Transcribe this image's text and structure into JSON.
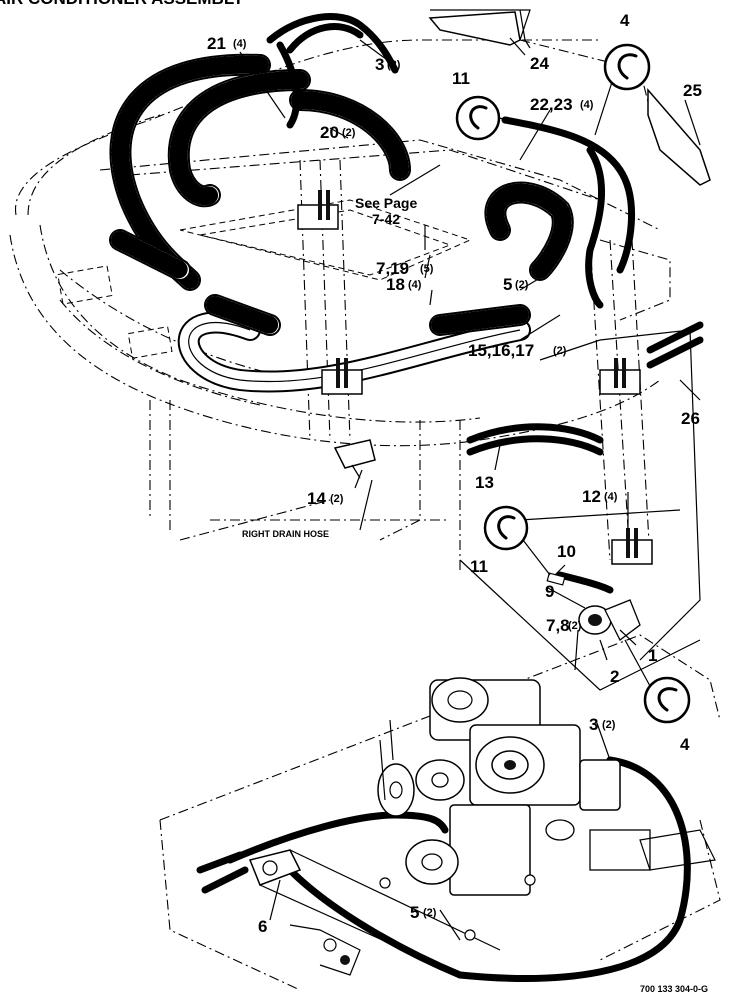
{
  "title": "AIR CONDITIONER ASSEMBLY",
  "drawing_number": "700 133 304-0-G",
  "note": {
    "see_page_line1": "See Page",
    "see_page_line2": "7-42",
    "right_drain_hose": "RIGHT DRAIN HOSE"
  },
  "callouts": [
    {
      "id": "c21",
      "label": "21",
      "qty": "(4)"
    },
    {
      "id": "c3a",
      "label": "3",
      "qty": "(2)"
    },
    {
      "id": "c24",
      "label": "24",
      "qty": ""
    },
    {
      "id": "c4a",
      "label": "4",
      "qty": ""
    },
    {
      "id": "c11a",
      "label": "11",
      "qty": ""
    },
    {
      "id": "c25",
      "label": "25",
      "qty": ""
    },
    {
      "id": "c2223",
      "label": "22,23",
      "qty": "(4)"
    },
    {
      "id": "c20",
      "label": "20",
      "qty": "(2)"
    },
    {
      "id": "c719",
      "label": "7,19",
      "qty": "(5)"
    },
    {
      "id": "c18",
      "label": "18",
      "qty": "(4)"
    },
    {
      "id": "c5a",
      "label": "5",
      "qty": "(2)"
    },
    {
      "id": "c151617",
      "label": "15,16,17",
      "qty": "(2)"
    },
    {
      "id": "c26",
      "label": "26",
      "qty": ""
    },
    {
      "id": "c13",
      "label": "13",
      "qty": ""
    },
    {
      "id": "c14",
      "label": "14",
      "qty": "(2)"
    },
    {
      "id": "c12",
      "label": "12",
      "qty": "(4)"
    },
    {
      "id": "c11b",
      "label": "11",
      "qty": ""
    },
    {
      "id": "c10",
      "label": "10",
      "qty": ""
    },
    {
      "id": "c9",
      "label": "9",
      "qty": ""
    },
    {
      "id": "c78",
      "label": "7,8",
      "qty": "(2)"
    },
    {
      "id": "c1",
      "label": "1",
      "qty": ""
    },
    {
      "id": "c2",
      "label": "2",
      "qty": ""
    },
    {
      "id": "c4b",
      "label": "4",
      "qty": ""
    },
    {
      "id": "c3b",
      "label": "3",
      "qty": "(2)"
    },
    {
      "id": "c6",
      "label": "6",
      "qty": ""
    },
    {
      "id": "c5b",
      "label": "5",
      "qty": "(2)"
    }
  ]
}
